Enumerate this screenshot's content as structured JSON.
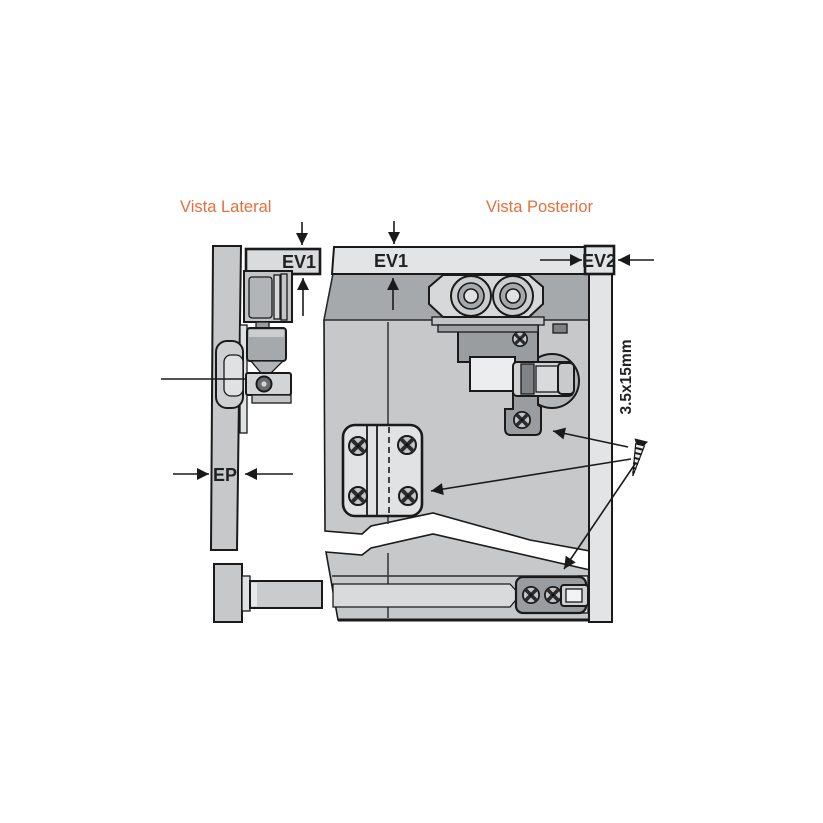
{
  "lateral_view": {
    "title": "Vista Lateral",
    "track_label": "EV1",
    "panel_label": "EP"
  },
  "posterior_view": {
    "title": "Vista Posterior",
    "track_label": "EV1",
    "edge_label": "EV2",
    "screw_spec": "3.5x15mm"
  },
  "colors": {
    "background": "#ffffff",
    "accent": "#e2703d",
    "outline": "#1a1a1a",
    "panel_gray": "#c6c8ca",
    "light_gray": "#e2e4e6",
    "track_gray": "#a6a9ac",
    "bracket_gray": "#9a9da0"
  },
  "icons": {
    "screw": "tapping-screw-icon"
  }
}
